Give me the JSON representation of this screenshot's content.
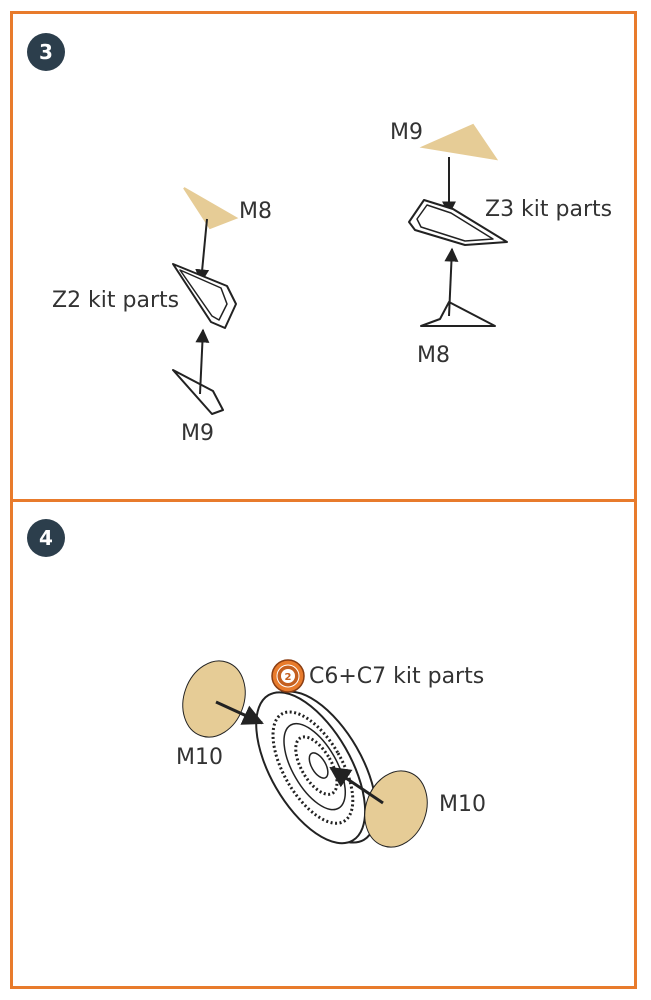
{
  "colors": {
    "frame": "#e87b2c",
    "badge": "#2c3e4c",
    "part_fill": "#e6cc96",
    "line": "#222222",
    "text": "#333333"
  },
  "step3": {
    "number": "3",
    "labels": {
      "m8_left": "M8",
      "z2": "Z2 kit parts",
      "m9_left": "M9",
      "m9_right": "M9",
      "z3": "Z3 kit parts",
      "m8_right": "M8"
    }
  },
  "step4": {
    "number": "4",
    "labels": {
      "m10_left": "M10",
      "kit_parts": "C6+C7 kit parts",
      "m10_right": "M10"
    },
    "icon": "step-2-reference-icon",
    "icon_text": "2"
  }
}
